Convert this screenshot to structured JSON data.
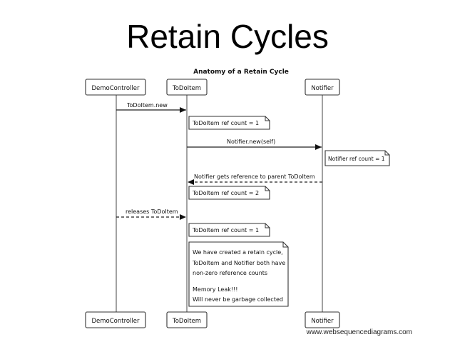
{
  "slide": {
    "title": "Retain Cycles"
  },
  "diagram": {
    "title": "Anatomy of a Retain Cycle",
    "participants": {
      "demo_controller": "DemoController",
      "todo_item": "ToDoItem",
      "notifier": "Notifier"
    },
    "messages": {
      "m1": "ToDoItem.new",
      "m2": "Notifier.new(self)",
      "m3": "Notifier gets reference to parent ToDoItem",
      "m4": "releases ToDoItem"
    },
    "notes": {
      "n1": "ToDoItem ref count = 1",
      "n2": "Notifier ref count = 1",
      "n3": "ToDoItem ref count = 2",
      "n4": "ToDoItem ref count = 1",
      "n5_lines": [
        "We have created a retain cycle,",
        "ToDoItem and Notifier both have",
        "non-zero reference counts",
        "",
        "Memory Leak!!!",
        "Will never be garbage collected"
      ]
    },
    "watermark": "www.websequencediagrams.com"
  }
}
